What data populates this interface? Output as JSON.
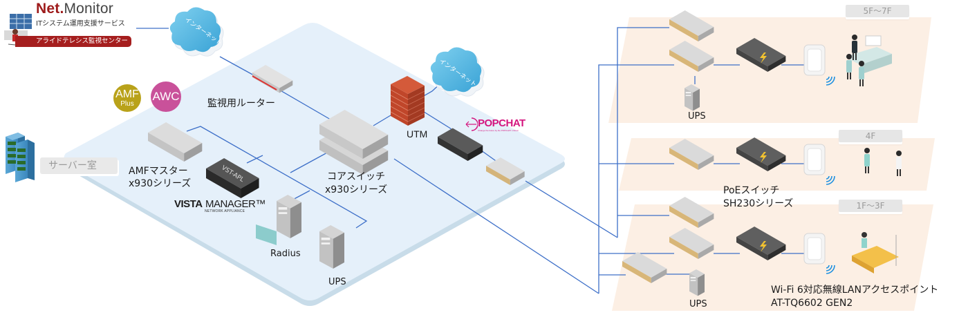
{
  "monitor": {
    "brand_bold": "Net.",
    "brand_rest": "Monitor",
    "subtitle": "ITシステム運用支援サービス",
    "band": "アライドテレシス監視センター"
  },
  "clouds": [
    {
      "label": "インターネット"
    },
    {
      "label": "インターネット"
    }
  ],
  "badges": {
    "amf": {
      "main": "AMF",
      "sub": "Plus",
      "color": "#b9a21a"
    },
    "awc": {
      "main": "AWC",
      "color": "#c9519a"
    }
  },
  "server_room": {
    "label": "サーバー室"
  },
  "core": {
    "monitor_router": "監視用ルーター",
    "amf_master": [
      "AMFマスター",
      "x930シリーズ"
    ],
    "core_switch": [
      "コアスイッチ",
      "x930シリーズ"
    ],
    "utm": "UTM",
    "radius": "Radius",
    "ups": "UPS",
    "vst_apl": "VST-APL",
    "vista_manager": {
      "bold": "VISTA",
      "rest": "MANAGER™",
      "sub": "NETWORK APPLIANCE"
    },
    "popchat": {
      "name": "POPCHAT",
      "tagline": "Change the future by the POPCHAT i-Cloud"
    }
  },
  "floors": [
    {
      "tag": "5F〜7F",
      "ups_label": "UPS"
    },
    {
      "tag": "4F",
      "poe_label": [
        "PoEスイッチ",
        "SH230シリーズ"
      ]
    },
    {
      "tag": "1F〜3F",
      "ups_label": "UPS",
      "ap_label": [
        "Wi-Fi 6対応無線LANアクセスポイント",
        "AT-TQ6602 GEN2"
      ]
    }
  ],
  "colors": {
    "link": "#3d6fc8",
    "platform": "#e4eff9",
    "platform_edge": "#c6d9e6",
    "floor": "#fcefe4",
    "brand_red": "#a51e1e",
    "popchat": "#d4147e"
  }
}
